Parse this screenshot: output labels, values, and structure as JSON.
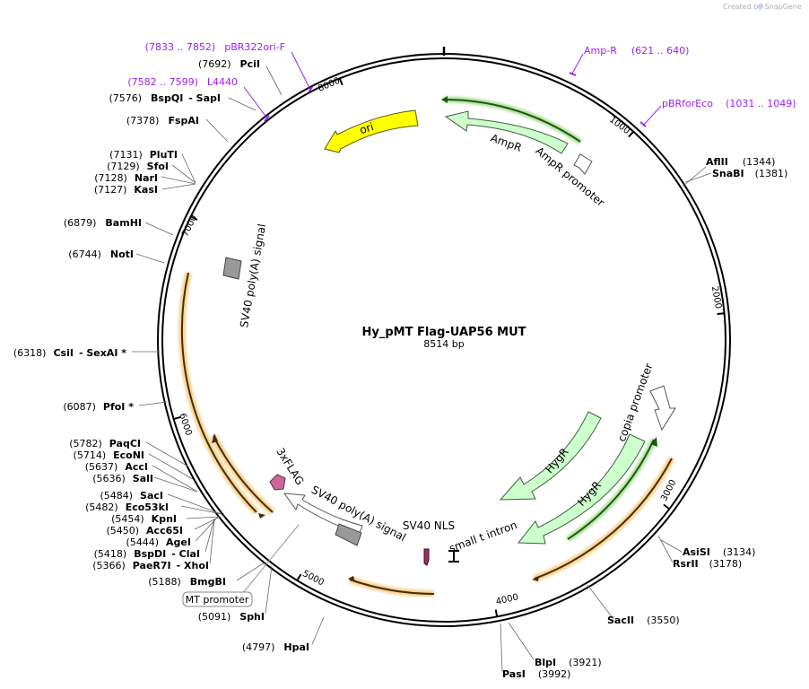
{
  "watermark": "Created by SnapGene",
  "map": {
    "title": "Hy_pMT Flag-UAP56 MUT",
    "size_label": "8514 bp",
    "total_bp": 8514
  },
  "ticks": [
    {
      "label": "1000",
      "bp": 1000
    },
    {
      "label": "2000",
      "bp": 2000
    },
    {
      "label": "3000",
      "bp": 3000
    },
    {
      "label": "4000",
      "bp": 4000
    },
    {
      "label": "5000",
      "bp": 5000
    },
    {
      "label": "6000",
      "bp": 6000
    },
    {
      "label": "7000",
      "bp": 7000
    },
    {
      "label": "8000",
      "bp": 8000
    }
  ],
  "sites": [
    {
      "name": "AflII",
      "pos": "(1344)",
      "bp": 1344
    },
    {
      "name": "SnaBI",
      "pos": "(1381)",
      "bp": 1381
    },
    {
      "name": "AsiSI",
      "pos": "(3134)",
      "bp": 3134
    },
    {
      "name": "RsrII",
      "pos": "(3178)",
      "bp": 3178
    },
    {
      "name": "SacII",
      "pos": "(3550)",
      "bp": 3550
    },
    {
      "name": "BlpI",
      "pos": "(3921)",
      "bp": 3921
    },
    {
      "name": "PasI",
      "pos": "(3992)",
      "bp": 3992
    },
    {
      "name": "HpaI",
      "pos": "(4797)",
      "bp": 4797
    },
    {
      "name": "SphI",
      "pos": "(5091)",
      "bp": 5091
    },
    {
      "name": "BmgBI",
      "pos": "(5188)",
      "bp": 5188
    },
    {
      "name": "PaeR7I",
      "pos": "(5366)",
      "bp": 5366,
      "extra": "- XhoI"
    },
    {
      "name": "BspDI",
      "pos": "(5418)",
      "bp": 5418,
      "extra": "- ClaI"
    },
    {
      "name": "AgeI",
      "pos": "(5444)",
      "bp": 5444
    },
    {
      "name": "Acc65I",
      "pos": "(5450)",
      "bp": 5450
    },
    {
      "name": "KpnI",
      "pos": "(5454)",
      "bp": 5454
    },
    {
      "name": "Eco53kI",
      "pos": "(5482)",
      "bp": 5482
    },
    {
      "name": "SacI",
      "pos": "(5484)",
      "bp": 5484
    },
    {
      "name": "SalI",
      "pos": "(5636)",
      "bp": 5636
    },
    {
      "name": "AccI",
      "pos": "(5637)",
      "bp": 5637
    },
    {
      "name": "EcoNI",
      "pos": "(5714)",
      "bp": 5714
    },
    {
      "name": "PaqCI",
      "pos": "(5782)",
      "bp": 5782
    },
    {
      "name": "PfoI *",
      "pos": "(6087)",
      "bp": 6087
    },
    {
      "name": "CsiI",
      "pos": "(6318)",
      "bp": 6318,
      "extra": "- SexAI *"
    },
    {
      "name": "NotI",
      "pos": "(6744)",
      "bp": 6744
    },
    {
      "name": "BamHI",
      "pos": "(6879)",
      "bp": 6879
    },
    {
      "name": "KasI",
      "pos": "(7127)",
      "bp": 7127
    },
    {
      "name": "NarI",
      "pos": "(7128)",
      "bp": 7128
    },
    {
      "name": "SfoI",
      "pos": "(7129)",
      "bp": 7129
    },
    {
      "name": "PluTI",
      "pos": "(7131)",
      "bp": 7131
    },
    {
      "name": "FspAI",
      "pos": "(7378)",
      "bp": 7378
    },
    {
      "name": "BspQI",
      "pos": "(7576)",
      "bp": 7576,
      "extra": "- SapI"
    },
    {
      "name": "PciI",
      "pos": "(7692)",
      "bp": 7692
    }
  ],
  "primers": [
    {
      "name": "Amp-R",
      "range": "(621 .. 640)",
      "bp": 630
    },
    {
      "name": "pBRforEco",
      "range": "(1031 .. 1049)",
      "bp": 1040
    },
    {
      "name": "L4440",
      "range": "(7582 .. 7599)",
      "bp": 7590
    },
    {
      "name": "pBR322ori-F",
      "range": "(7833 .. 7852)",
      "bp": 7842
    }
  ],
  "features": [
    {
      "name": "ori",
      "type": "rep_origin",
      "color": "#ffff00"
    },
    {
      "name": "AmpR",
      "type": "cds",
      "color": "#ccffcc"
    },
    {
      "name": "AmpR promoter",
      "type": "promoter",
      "color": "#ffffff"
    },
    {
      "name": "copia promoter",
      "type": "promoter",
      "color": "#ffffff"
    },
    {
      "name": "HygR",
      "type": "cds",
      "color": "#ccffcc"
    },
    {
      "name": "HygR",
      "type": "cds",
      "color": "#ccffcc"
    },
    {
      "name": "small t intron",
      "type": "intron",
      "color": "#000000"
    },
    {
      "name": "SV40 NLS",
      "type": "nls",
      "color": "#993366"
    },
    {
      "name": "SV40 poly(A) signal",
      "type": "terminator",
      "color": "#999999"
    },
    {
      "name": "3xFLAG",
      "type": "tag",
      "color": "#cc6699"
    },
    {
      "name": "SV40 poly(A) signal",
      "type": "terminator",
      "color": "#999999"
    },
    {
      "name": "MT promoter",
      "type": "promoter",
      "color": "#ffffff"
    }
  ],
  "colors": {
    "backbone": "#000000",
    "primer": "#a020f0",
    "orf_fill": "#ffe6a0",
    "orf_outline": "#f0a830",
    "cds_fill": "#ccffcc",
    "ori_fill": "#ffff00"
  }
}
